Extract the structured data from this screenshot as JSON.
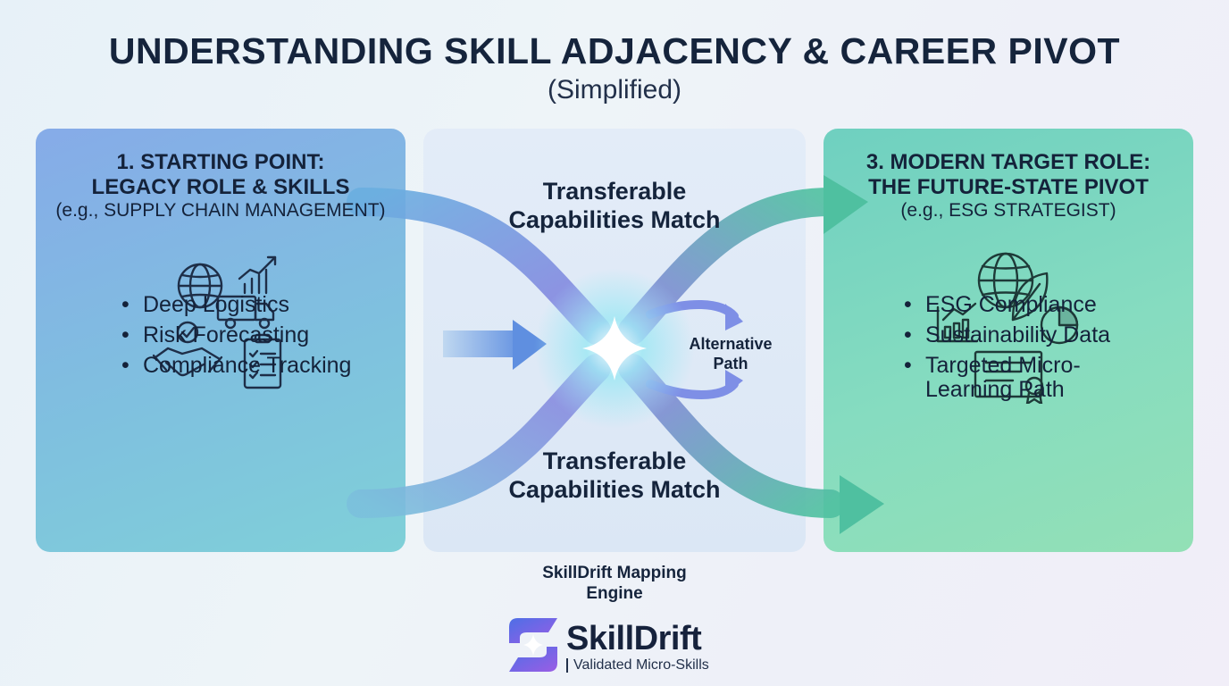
{
  "title": "UNDERSTANDING SKILL ADJACENCY & CAREER PIVOT",
  "subtitle": "(Simplified)",
  "left_panel": {
    "heading_line1": "1. STARTING POINT:",
    "heading_line2": "LEGACY ROLE & SKILLS",
    "example": "(e.g., SUPPLY CHAIN MANAGEMENT)",
    "skills": [
      "Deep Logistics",
      "Risk Forecasting",
      "Compliance Tracking"
    ],
    "icons": [
      "globe-icon",
      "growth-chart-icon",
      "truck-icon",
      "handshake-check-icon",
      "clipboard-checklist-icon"
    ]
  },
  "center_panel": {
    "match_top": "Transferable Capabilities Match",
    "match_bottom": "Transferable Capabilities Match",
    "alternative_path": "Alternative Path",
    "engine_label": "SkillDrift Mapping Engine"
  },
  "right_panel": {
    "heading_line1": "3. MODERN TARGET ROLE:",
    "heading_line2": "THE FUTURE-STATE PIVOT",
    "example": "(e.g., ESG STRATEGIST)",
    "skills": [
      "ESG Compliance",
      "Sustainability Data",
      "Targeted Micro-Learning Path"
    ],
    "icons": [
      "globe-icon",
      "leaf-icon",
      "bar-chart-icon",
      "pie-chart-icon",
      "certificate-icon"
    ]
  },
  "brand": {
    "name": "SkillDrift",
    "tagline": "Validated Micro-Skills",
    "logo_icon": "skilldrift-logo-icon"
  },
  "colors": {
    "left_panel": "#86abe8",
    "right_panel": "#7fd8bf",
    "center_panel": "#e0eaf7",
    "flow_blue": "#6fa6e0",
    "flow_purple": "#8a7fe0",
    "flow_green": "#5cc7a8",
    "brand_gradient_start": "#4d6fe6",
    "brand_gradient_end": "#9b5de5"
  }
}
